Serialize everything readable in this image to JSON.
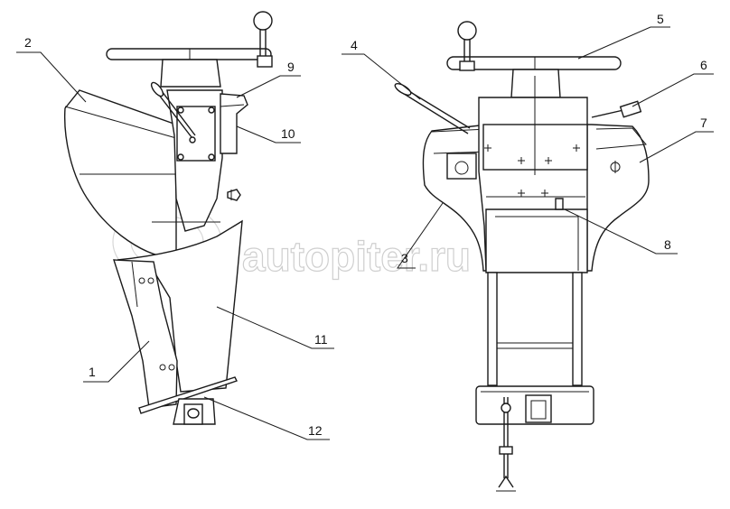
{
  "labels": [
    "1",
    "2",
    "3",
    "4",
    "5",
    "6",
    "7",
    "8",
    "9",
    "10",
    "11",
    "12"
  ],
  "watermark": "autopiter.ru"
}
